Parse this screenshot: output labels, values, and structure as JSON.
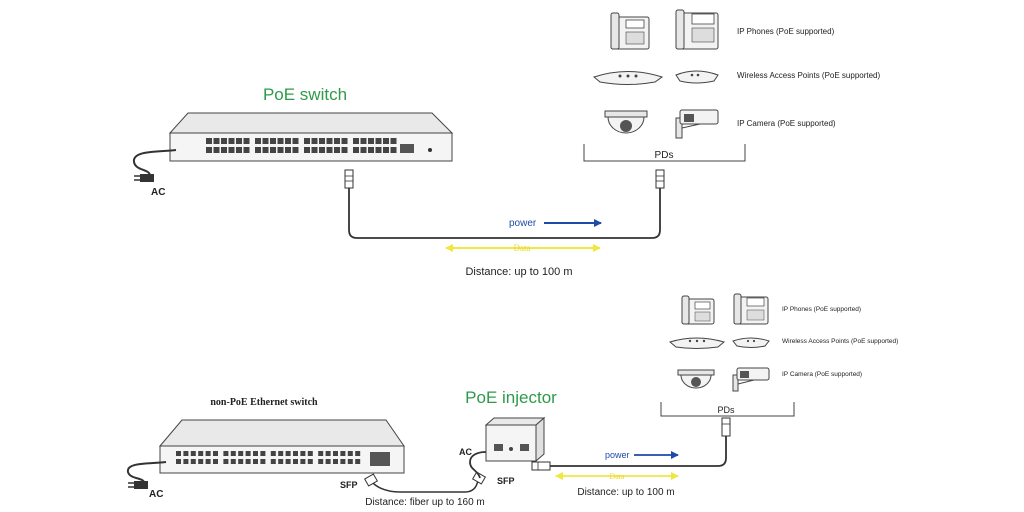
{
  "colors": {
    "accent_green": "#2e9a4a",
    "power_arrow": "#1e4aa8",
    "data_arrow": "#f2e640",
    "cable": "#333333",
    "device_fill": "#f3f3f3",
    "device_stroke": "#444444"
  },
  "top": {
    "title": "PoE switch",
    "ac_label": "AC",
    "pds_label": "PDs",
    "power_label": "power",
    "data_label": "Data",
    "distance_label": "Distance: up to 100 m",
    "devices": [
      {
        "label": "IP Phones (PoE supported)",
        "icon": "ip-phone-icon"
      },
      {
        "label": "Wireless Access Points (PoE supported)",
        "icon": "access-point-icon"
      },
      {
        "label": "IP Camera (PoE supported)",
        "icon": "ip-camera-icon"
      }
    ]
  },
  "bottom": {
    "switch_label": "non-PoE Ethernet switch",
    "title": "PoE injector",
    "ac_switch_label": "AC",
    "ac_injector_label": "AC",
    "sfp_left_label": "SFP",
    "sfp_right_label": "SFP",
    "fiber_distance_label": "Distance: fiber up to 160 m",
    "power_label": "power",
    "data_label": "Data",
    "distance_label": "Distance: up to 100 m",
    "pds_label": "PDs",
    "devices": [
      {
        "label": "IP Phones (PoE supported)",
        "icon": "ip-phone-icon"
      },
      {
        "label": "Wireless Access Points (PoE supported)",
        "icon": "access-point-icon"
      },
      {
        "label": "IP Camera (PoE supported)",
        "icon": "ip-camera-icon"
      }
    ]
  }
}
